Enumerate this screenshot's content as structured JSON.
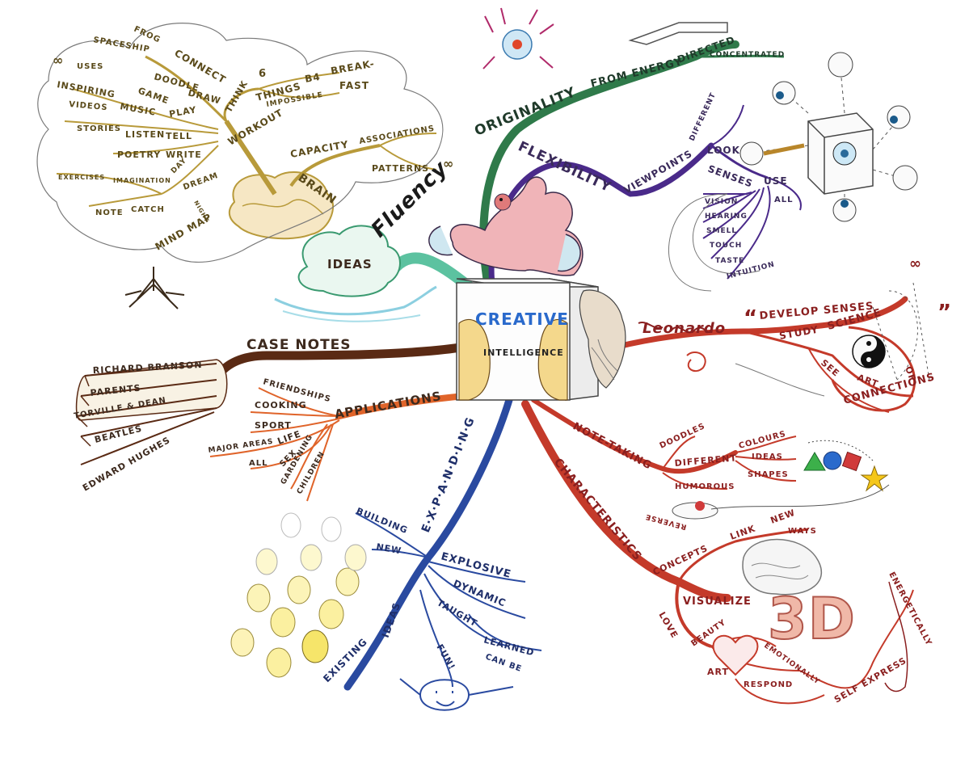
{
  "center": {
    "title_word": "CREATIVE",
    "subtitle": "INTELLIGENCE"
  },
  "branches": {
    "fluency": {
      "label": "Fluency",
      "ideas": "IDEAS",
      "brain": "BRAIN",
      "capacity": "CAPACITY",
      "associations": "ASSOCIATIONS",
      "patterns": "PATTERNS",
      "infinity": "∞",
      "workout": "WORKOUT",
      "think": "THINK",
      "six": "6",
      "things": "THINGS",
      "b4": "B4",
      "break": "BREAK-",
      "fast": "FAST",
      "impossible": "IMPOSSIBLE",
      "connect": "CONNECT",
      "frog": "FROG",
      "spaceship": "SPACESHIP",
      "uses": "USES",
      "doodle": "DOODLE",
      "draw": "DRAW",
      "inspiring": "INSPIRING",
      "game": "GAME",
      "play": "PLAY",
      "videos": "VIDEOS",
      "music": "MUSIC",
      "stories": "STORIES",
      "listen": "LISTEN",
      "tell": "TELL",
      "poetry": "POETRY",
      "write": "WRITE",
      "exercises": "EXERCISES",
      "imagination": "IMAGINATION",
      "day": "DAY",
      "dream": "DREAM",
      "night": "NIGHT",
      "note": "NOTE",
      "catch": "CATCH",
      "mind_map": "MIND MAP"
    },
    "originality": {
      "label": "ORIGINALITY",
      "from_energy": "FROM ENERGY",
      "directed": "DIRECTED",
      "concentrated": "CONCENTRATED"
    },
    "flexibility": {
      "label": "FLEXIBILITY",
      "viewpoints": "VIEWPOINTS",
      "different": "DIFFERENT",
      "look": "LOOK",
      "senses": "SENSES",
      "use": "USE",
      "all": "ALL",
      "senses_list": [
        "VISION",
        "HEARING",
        "SMELL",
        "TOUCH",
        "TASTE",
        "INTUITION"
      ]
    },
    "leonardo": {
      "label": "Leonardo",
      "develop_senses": "DEVELOP SENSES",
      "study": "STUDY",
      "science": "SCIENCE",
      "see": "SEE",
      "art": "ART",
      "of": "OF",
      "connections": "CONNECTIONS",
      "open_quote": "“",
      "close_quote": "”",
      "infinity": "∞"
    },
    "case_notes": {
      "label": "CASE NOTES",
      "people": [
        "RICHARD BRANSON",
        "PARENTS",
        "TORVILLE & DEAN",
        "BEATLES",
        "EDWARD HUGHES"
      ]
    },
    "applications": {
      "label": "APPLICATIONS",
      "friendships": "FRIENDSHIPS",
      "cooking": "COOKING",
      "sport": "SPORT",
      "major_areas": "MAJOR AREAS",
      "life": "LIFE",
      "all": "ALL",
      "sex": "SEX",
      "gardening": "GARDENING",
      "children": "CHILDREN"
    },
    "note_taking": {
      "label": "NOTE-TAKING",
      "doodles": "DOODLES",
      "different": "DIFFERENT",
      "colours": "COLOURS",
      "ideas": "IDEAS",
      "shapes": "SHAPES",
      "humorous": "HUMOROUS"
    },
    "characteristics": {
      "label": "CHARACTERISTICS",
      "reverse": "REVERSE",
      "link": "LINK",
      "new": "NEW",
      "ways": "WAYS",
      "concepts": "CONCEPTS",
      "visualize": "VISUALIZE",
      "three_d": "3D",
      "love": "LOVE",
      "beauty": "BEAUTY",
      "art": "ART",
      "respond": "RESPOND",
      "emotionally": "EMOTIONALLY",
      "self_express": "SELF EXPRESS",
      "energetically": "ENERGETICALLY"
    },
    "expanding": {
      "label": "E·X·P·A·N·D·I·N·G",
      "building": "BUILDING",
      "new": "NEW",
      "explosive": "EXPLOSIVE",
      "dynamic": "DYNAMIC",
      "taught": "TAUGHT",
      "learned": "LEARNED",
      "can_be": "CAN BE",
      "fun": "FUN!",
      "existing": "EXISTING",
      "ideas": "IDEAS"
    }
  },
  "colors": {
    "brown": "#5a2a14",
    "gold": "#b89a3a",
    "teal": "#5cc2a0",
    "green": "#2f7a4a",
    "purple": "#4a2a8a",
    "red": "#c43a2a",
    "orange": "#e0642a",
    "blue": "#2a4aa0"
  }
}
